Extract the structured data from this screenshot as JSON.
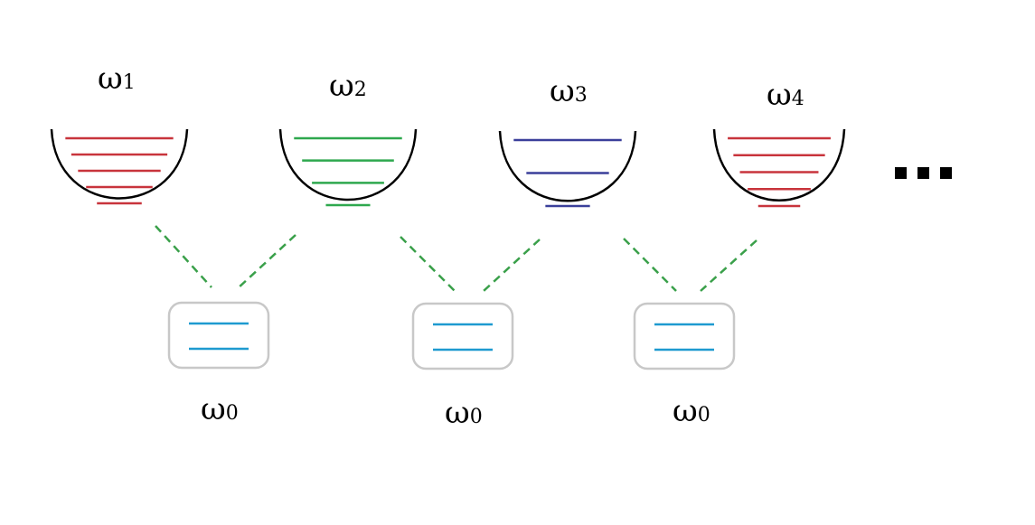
{
  "oscillators": [
    {
      "symbol": "ω",
      "index": "1",
      "color": "#c8343c",
      "levels": 5
    },
    {
      "symbol": "ω",
      "index": "2",
      "color": "#2ea84e",
      "levels": 4
    },
    {
      "symbol": "ω",
      "index": "3",
      "color": "#3a3f9a",
      "levels": 3
    },
    {
      "symbol": "ω",
      "index": "4",
      "color": "#c8343c",
      "levels": 5
    }
  ],
  "qubits": [
    {
      "symbol": "ω",
      "index": "0",
      "color": "#1e9ad0"
    },
    {
      "symbol": "ω",
      "index": "0",
      "color": "#1e9ad0"
    },
    {
      "symbol": "ω",
      "index": "0",
      "color": "#1e9ad0"
    }
  ],
  "ellipsis": "...",
  "colors": {
    "coupling": "#3aa04a",
    "well": "#000000",
    "box_border": "#c8c8c8"
  }
}
